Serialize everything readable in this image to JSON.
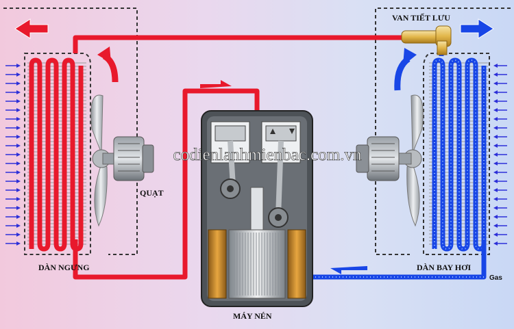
{
  "labels": {
    "condenser": "DÀN NGƯNG",
    "fan": "QUẠT",
    "expansion_valve": "VAN TIẾT LƯU",
    "evaporator": "DÀN BAY HƠI",
    "compressor": "MÁY NÉN",
    "gas": "Gas"
  },
  "watermark": "codienlanhmienbac.com.vn",
  "colors": {
    "hot_line": "#e8192c",
    "cold_line": "#1846e6",
    "dashed": "#333333",
    "valve": "#e8c15a"
  }
}
